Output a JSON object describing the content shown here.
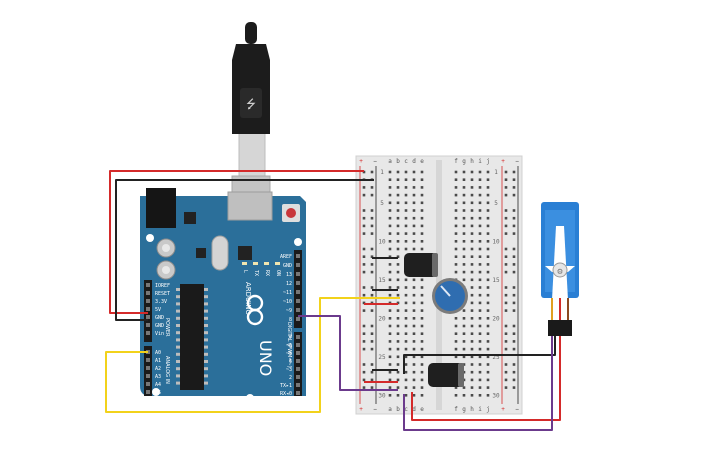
{
  "arduino": {
    "board_name": "UNO",
    "brand_text": "ARDUINO",
    "power_header_label": "POWER",
    "analog_header_label": "ANALOG IN",
    "digital_header_label": "DIGITAL (PWM=~)",
    "power_pins": [
      "IOREF",
      "RESET",
      "3.3V",
      "5V",
      "GND",
      "GND",
      "Vin"
    ],
    "analog_pins": [
      "A0",
      "A1",
      "A2",
      "A3",
      "A4",
      "A5"
    ],
    "digital_top_pins": [
      "AREF",
      "GND",
      "13",
      "12",
      "~11",
      "~10",
      "~9",
      "8"
    ],
    "digital_bottom_pins": [
      "7",
      "~6",
      "~5",
      "4",
      "~3",
      "2",
      "TX▸1",
      "RX◂0"
    ],
    "led_labels": [
      "L",
      "TX",
      "RX",
      "ON"
    ]
  },
  "breadboard": {
    "rail_plus": "+",
    "rail_minus": "−",
    "columns_left": [
      "a",
      "b",
      "c",
      "d",
      "e"
    ],
    "columns_right": [
      "f",
      "g",
      "h",
      "i",
      "j"
    ],
    "row_count": 30
  },
  "colors": {
    "board": "#2b6f9a",
    "breadboard": "#e8e8e8",
    "wire_red": "#d42a2a",
    "wire_black": "#222222",
    "wire_yellow": "#f2d21b",
    "wire_purple": "#6b3a8c",
    "servo": "#2a7fd4",
    "pot_knob": "#2f6db0",
    "capacitor": "#1f1f1f"
  }
}
